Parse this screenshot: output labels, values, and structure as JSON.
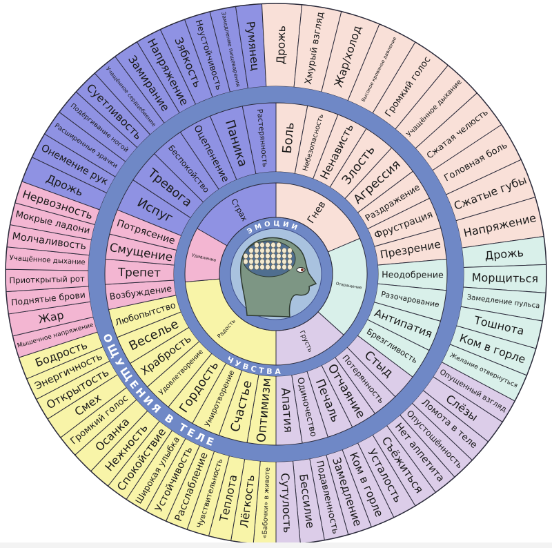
{
  "labels": {
    "emotions_band": "ЭМОЦИИ",
    "feelings_band": "ЧУВСТВА",
    "sensations_band": "ОЩУЩЕНИЯ В ТЕЛЕ"
  },
  "colors": {
    "band": "#6f88c6",
    "band_stroke": "#3f4f8a",
    "head_bg": "#a9c2df",
    "head": "#7d9684"
  },
  "emotions": [
    {
      "name": "Страх",
      "color": "#8f92e3",
      "feelings": [
        "Испуг",
        "Тревога",
        "Беспокойство",
        "Оцепенение",
        "Паника",
        "Растерянность"
      ],
      "sensations": [
        "Дрожь",
        "Онемение рук",
        "Расширенные зрачки",
        "Подёргивание ногой",
        "Суетливость",
        "Учащённое сердцебиение",
        "Замирание",
        "Напряжение",
        "Зябкость",
        "Неустойчивость",
        "Замедление пищеварения",
        "Румянец"
      ]
    },
    {
      "name": "Гнев",
      "color": "#f9e0d8",
      "feelings": [
        "Боль",
        "Небезопасность",
        "Ненависть",
        "Злость",
        "Агрессия",
        "Раздражение",
        "Фрустрация",
        "Презрение"
      ],
      "sensations": [
        "Дрожь",
        "Хмурый взгляд",
        "Жар/холод",
        "Высокое кровяное давление",
        "Громкий голос",
        "Учащённое дыхание",
        "Сжатая челюсть",
        "Головная боль",
        "Сжатые губы",
        "Напряжение"
      ]
    },
    {
      "name": "Отвращение",
      "color": "#d9f0ea",
      "feelings": [
        "Неодобрение",
        "Разочарование",
        "Антипатия",
        "Брезгливость"
      ],
      "sensations": [
        "Дрожь",
        "Морщиться",
        "Замедление пульса",
        "Тошнота",
        "Ком в горле",
        "Желание отвернуться"
      ]
    },
    {
      "name": "Грусть",
      "color": "#dccde9",
      "feelings": [
        "Стыд",
        "Потерянность",
        "Отчаяние",
        "Печаль",
        "Одиночество",
        "Апатия"
      ],
      "sensations": [
        "Опущенный взгляд",
        "Слёзы",
        "Ломота в теле",
        "Опустошённость",
        "Нет аппетита",
        "Съёжиться",
        "Усталость",
        "Ком в горле",
        "Замедление",
        "Подавленность",
        "Бессилие",
        "Сутулость"
      ]
    },
    {
      "name": "Радость",
      "color": "#f8f4a8",
      "feelings": [
        "Оптимизм",
        "Счастье",
        "Умиротворение",
        "Гордость",
        "Удовлетворение",
        "Храбрость",
        "Веселье",
        "Любопытство"
      ],
      "sensations": [
        "«Бабочки» в животе",
        "Лёгкость",
        "Теплота",
        "Чувствительность",
        "Расслабление",
        "Устойчивость",
        "Широкая улыбка",
        "Спокойствие",
        "Нежность",
        "Осанка",
        "Громкий голос",
        "Смех",
        "Открытость",
        "Энергичность",
        "Бодрость"
      ]
    },
    {
      "name": "Удивление",
      "color": "#f3b6d2",
      "feelings": [
        "Возбуждение",
        "Трепет",
        "Смущение",
        "Потрясение"
      ],
      "sensations": [
        "Мышечное напряжение",
        "Жар",
        "Поднятые брови",
        "Приоткрытый рот",
        "Учащённое дыхание",
        "Молчаливость",
        "Мокрые ладони",
        "Нервозность"
      ]
    }
  ]
}
